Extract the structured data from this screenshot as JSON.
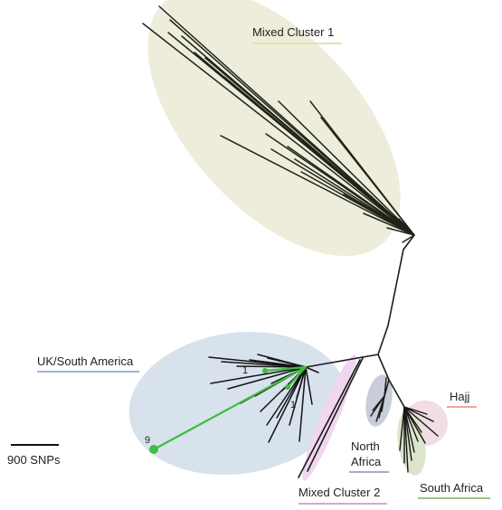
{
  "labels": {
    "mixed_cluster_1": "Mixed Cluster 1",
    "uk_south_america": "UK/South America",
    "hajj": "Hajj",
    "north_africa_line1": "North",
    "north_africa_line2": "Africa",
    "mixed_cluster_2": "Mixed Cluster 2",
    "south_africa": "South Africa",
    "scale_bar": "900 SNPs",
    "count_top": "1",
    "count_mid": "1",
    "count_green": "9"
  },
  "colors": {
    "mixed_cluster_1": "#ecebd8",
    "uk_south_america": "#d6e0ec",
    "mixed_cluster_2": "#f0d6ee",
    "north_africa": "#c9ccda",
    "hajj": "#f1dde3",
    "south_africa": "#dce5cc",
    "highlight": "#3fbd3f",
    "branch": "#1d1d1d"
  }
}
